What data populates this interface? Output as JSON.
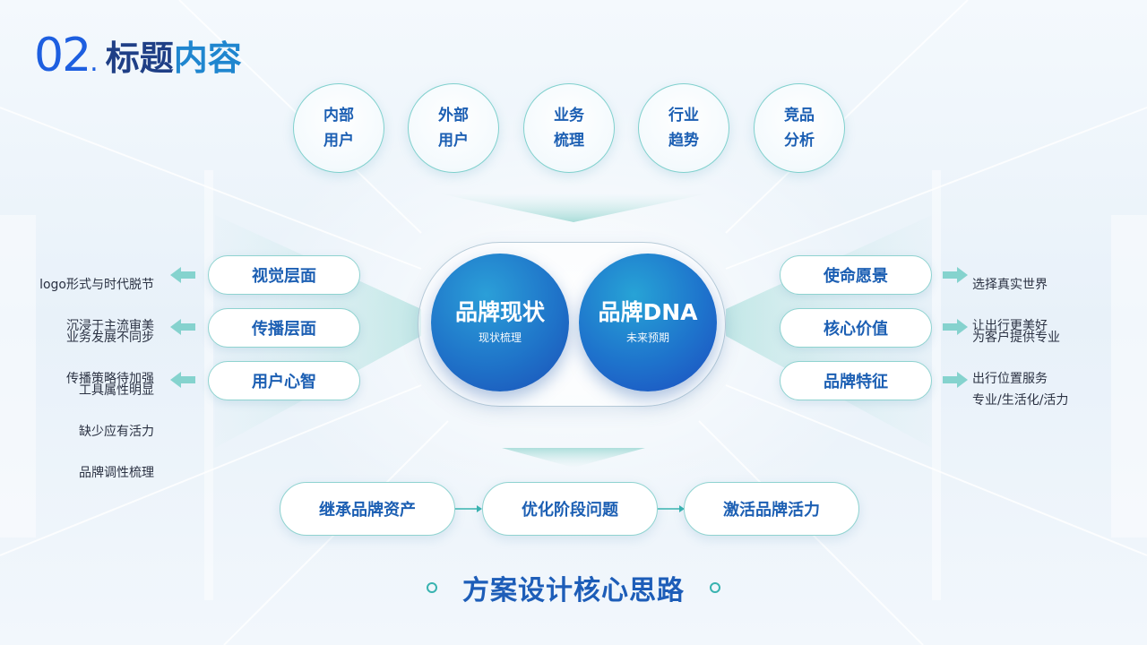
{
  "header": {
    "number": "02",
    "dot": ".",
    "title_part1": "标题",
    "title_part2": "内容"
  },
  "top_circles": [
    {
      "line1": "内部",
      "line2": "用户"
    },
    {
      "line1": "外部",
      "line2": "用户"
    },
    {
      "line1": "业务",
      "line2": "梳理"
    },
    {
      "line1": "行业",
      "line2": "趋势"
    },
    {
      "line1": "竞品",
      "line2": "分析"
    }
  ],
  "left_pills": [
    "视觉层面",
    "传播层面",
    "用户心智"
  ],
  "left_notes": [
    {
      "line1": "logo形式与时代脱节",
      "line2": "沉浸于主流审美"
    },
    {
      "line1": "业务发展不同步",
      "line2": "传播策略待加强"
    },
    {
      "line1": "工具属性明显",
      "line2": "缺少应有活力",
      "line3": "品牌调性梳理"
    }
  ],
  "right_pills": [
    "使命愿景",
    "核心价值",
    "品牌特征"
  ],
  "right_notes": [
    {
      "line1": "选择真实世界",
      "line2": "让出行更美好"
    },
    {
      "line1": "为客户提供专业",
      "line2": "出行位置服务"
    },
    {
      "line1": "专业/生活化/活力"
    }
  ],
  "center": {
    "left": {
      "title": "品牌现状",
      "subtitle": "现状梳理"
    },
    "right": {
      "title": "品牌DNA",
      "subtitle": "未来预期"
    }
  },
  "bottom_steps": [
    "继承品牌资产",
    "优化阶段问题",
    "激活品牌活力"
  ],
  "footer": {
    "text": "方案设计核心思路"
  },
  "colors": {
    "primary": "#1c5fb3",
    "teal": "#38b3b0",
    "accent_blue": "#1d5fe0"
  }
}
